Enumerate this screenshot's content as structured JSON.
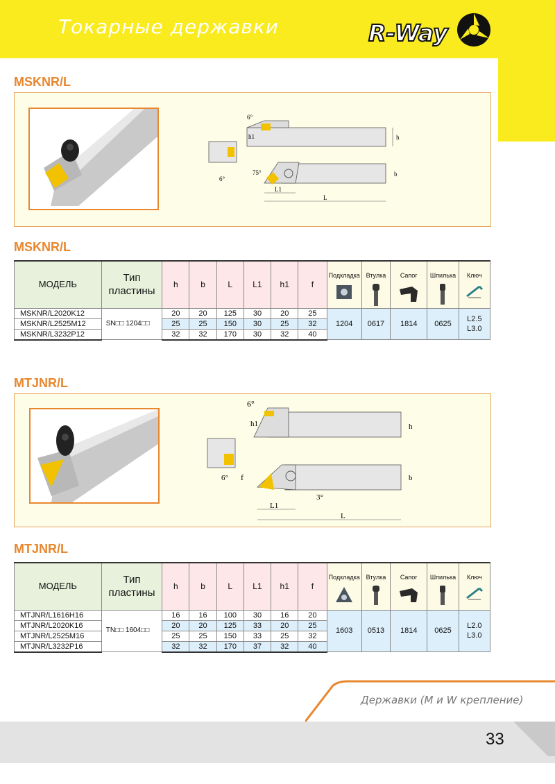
{
  "header": {
    "title": "Токарные державки",
    "logo_text": "R-Way"
  },
  "sections": [
    {
      "title": "MSKNR/L",
      "table_title": "MSKNR/L",
      "drawing": {
        "angle_top": "6°",
        "h1": "h1",
        "h": "h",
        "b": "b",
        "angle_side": "75°",
        "angle_left": "6°",
        "L1": "L1",
        "L": "L"
      },
      "headers": {
        "model": "МОДЕЛЬ",
        "type": "Тип пластины",
        "dims": [
          "h",
          "b",
          "L",
          "L1",
          "h1",
          "f"
        ],
        "acc": [
          "Подкладка",
          "Втулка",
          "Сапог",
          "Шпилька",
          "Ключ"
        ]
      },
      "rows": [
        {
          "model": "MSKNR/L2020K12",
          "dims": [
            "20",
            "20",
            "125",
            "30",
            "20",
            "25"
          ]
        },
        {
          "model": "MSKNR/L2525M12",
          "dims": [
            "25",
            "25",
            "150",
            "30",
            "25",
            "32"
          ]
        },
        {
          "model": "MSKNR/L3232P12",
          "dims": [
            "32",
            "32",
            "170",
            "30",
            "32",
            "40"
          ]
        }
      ],
      "insert_type": "SN□□ 1204□□",
      "acc_values": [
        "1204",
        "0617",
        "1814",
        "0625"
      ],
      "key_values": [
        "L2.5",
        "L3.0"
      ]
    },
    {
      "title": "MTJNR/L",
      "table_title": "MTJNR/L",
      "drawing": {
        "angle_top": "6°",
        "h1": "h1",
        "h": "h",
        "b": "b",
        "f": "f",
        "angle_side": "3°",
        "angle_left": "6°",
        "L1": "L1",
        "L": "L"
      },
      "headers": {
        "model": "МОДЕЛЬ",
        "type": "Тип пластины",
        "dims": [
          "h",
          "b",
          "L",
          "L1",
          "h1",
          "f"
        ],
        "acc": [
          "Подкладка",
          "Втулка",
          "Сапог",
          "Шпилька",
          "Ключ"
        ]
      },
      "rows": [
        {
          "model": "MTJNR/L1616H16",
          "dims": [
            "16",
            "16",
            "100",
            "30",
            "16",
            "20"
          ]
        },
        {
          "model": "MTJNR/L2020K16",
          "dims": [
            "20",
            "20",
            "125",
            "33",
            "20",
            "25"
          ]
        },
        {
          "model": "MTJNR/L2525M16",
          "dims": [
            "25",
            "25",
            "150",
            "33",
            "25",
            "32"
          ]
        },
        {
          "model": "MTJNR/L3232P16",
          "dims": [
            "32",
            "32",
            "170",
            "37",
            "32",
            "40"
          ]
        }
      ],
      "insert_type": "TN□□ 1604□□",
      "acc_values": [
        "1603",
        "0513",
        "1814",
        "0625"
      ],
      "key_values": [
        "L2.0",
        "L3.0"
      ]
    }
  ],
  "footer": {
    "text": "Державки (М и W крепление)",
    "page_number": "33"
  },
  "colors": {
    "yellow": "#f9eb1e",
    "orange": "#e8872e",
    "green_header": "#e8f1dc",
    "pink_header": "#fde7e8",
    "blue_rows": "#ddeffa"
  }
}
